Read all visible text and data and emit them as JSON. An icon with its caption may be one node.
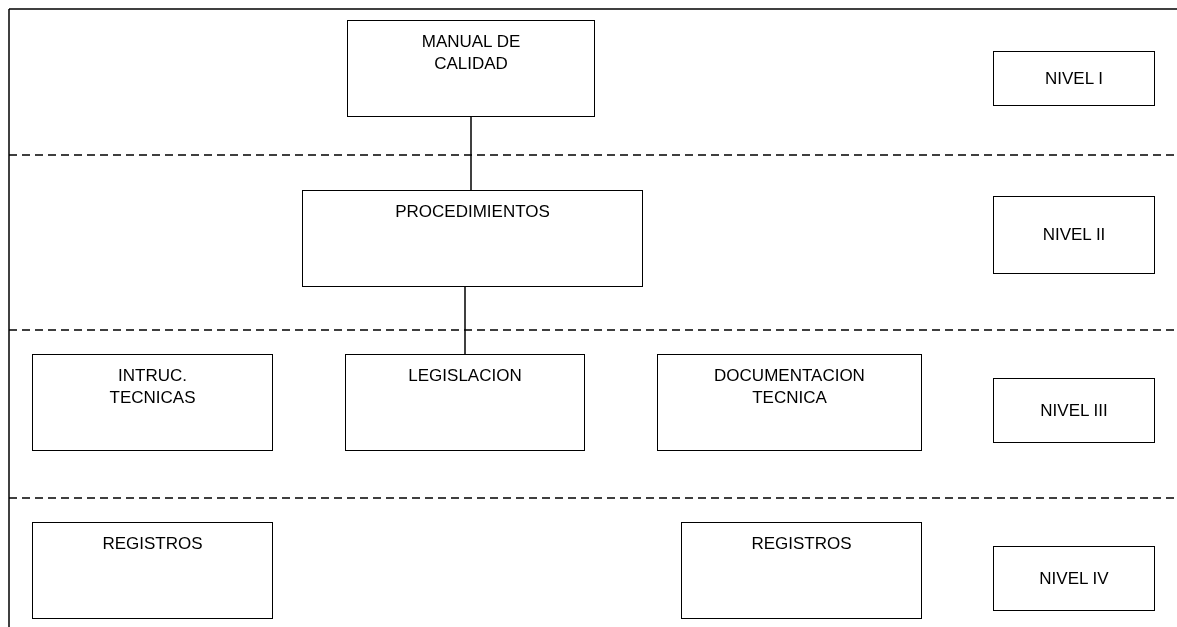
{
  "diagram": {
    "nodes": [
      {
        "text": [
          "MANUAL DE CALIDAD"
        ]
      },
      {
        "text": [
          "NIVEL I"
        ]
      },
      {
        "text": [
          "PROCEDIMIENTOS"
        ]
      },
      {
        "text": [
          "NIVEL II"
        ]
      },
      {
        "text": [
          "INTRUC. TECNICAS"
        ]
      },
      {
        "text": [
          "LEGISLACION"
        ]
      },
      {
        "text": [
          "DOCUMENTACION TECNICA"
        ]
      },
      {
        "text": [
          "NIVEL III"
        ]
      },
      {
        "text": [
          "REGISTROS"
        ]
      },
      {
        "text": [
          "REGISTROS"
        ]
      },
      {
        "text": [
          "NIVEL IV"
        ]
      }
    ],
    "edges": [
      {
        "from": 0,
        "to": 2,
        "arrow": "none"
      },
      {
        "from": 2,
        "to": 5,
        "arrow": "none"
      }
    ]
  }
}
